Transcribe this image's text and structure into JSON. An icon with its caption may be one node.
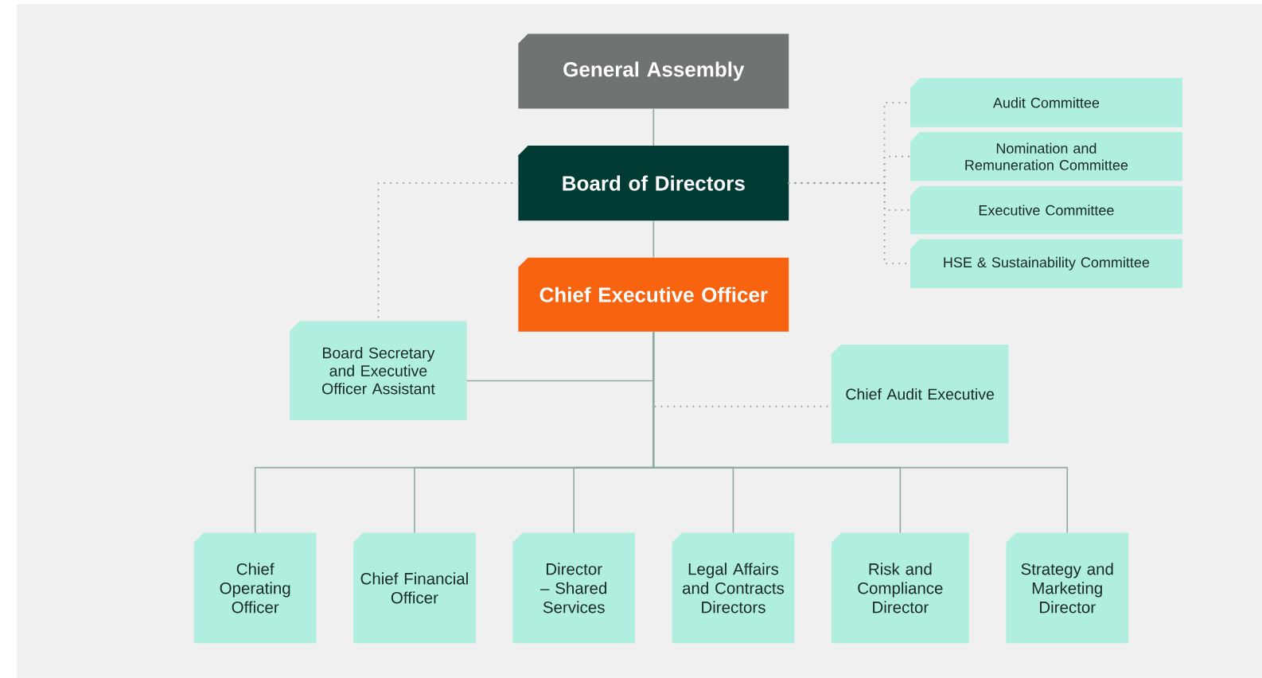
{
  "diagram": {
    "nodes": [
      {
        "text": [
          "General Assembly"
        ]
      },
      {
        "text": [
          "Board of Directors"
        ]
      },
      {
        "text": [
          "Audit Committee"
        ]
      },
      {
        "text": [
          "Nomination and Remuneration Committee"
        ]
      },
      {
        "text": [
          "Executive Committee"
        ]
      },
      {
        "text": [
          "HSE & Sustainability Committee"
        ]
      },
      {
        "text": [
          "Chief Executive Officer"
        ]
      },
      {
        "text": [
          "Board Secretary and Executive Officer Assistant"
        ]
      },
      {
        "text": [
          "Chief Audit Executive"
        ]
      },
      {
        "text": [
          "Chief Operating Officer"
        ]
      },
      {
        "text": [
          "Chief Financial Officer"
        ]
      },
      {
        "text": [
          "Director – Shared Services"
        ]
      },
      {
        "text": [
          "Legal Affairs and Contracts Directors"
        ]
      },
      {
        "text": [
          "Risk and Compliance Director"
        ]
      },
      {
        "text": [
          "Strategy and Marketing Director"
        ]
      }
    ],
    "edges": [
      {
        "from": 0,
        "to": 1,
        "arrow": "none"
      },
      {
        "from": 1,
        "to": 2,
        "arrow": "none",
        "style": "dashed"
      },
      {
        "from": 1,
        "to": 3,
        "arrow": "none",
        "style": "dashed"
      },
      {
        "from": 1,
        "to": 4,
        "arrow": "none",
        "style": "dashed"
      },
      {
        "from": 1,
        "to": 5,
        "arrow": "none",
        "style": "dashed"
      },
      {
        "from": 1,
        "to": 6,
        "arrow": "none"
      },
      {
        "from": 1,
        "to": 7,
        "arrow": "none",
        "style": "dashed"
      },
      {
        "from": 6,
        "to": 7,
        "arrow": "none"
      },
      {
        "from": 6,
        "to": 8,
        "arrow": "none",
        "style": "dashed"
      },
      {
        "from": 6,
        "to": 9,
        "arrow": "none"
      },
      {
        "from": 6,
        "to": 10,
        "arrow": "none"
      },
      {
        "from": 6,
        "to": 11,
        "arrow": "none"
      },
      {
        "from": 6,
        "to": 12,
        "arrow": "none"
      },
      {
        "from": 6,
        "to": 13,
        "arrow": "none"
      },
      {
        "from": 6,
        "to": 14,
        "arrow": "none"
      }
    ]
  }
}
